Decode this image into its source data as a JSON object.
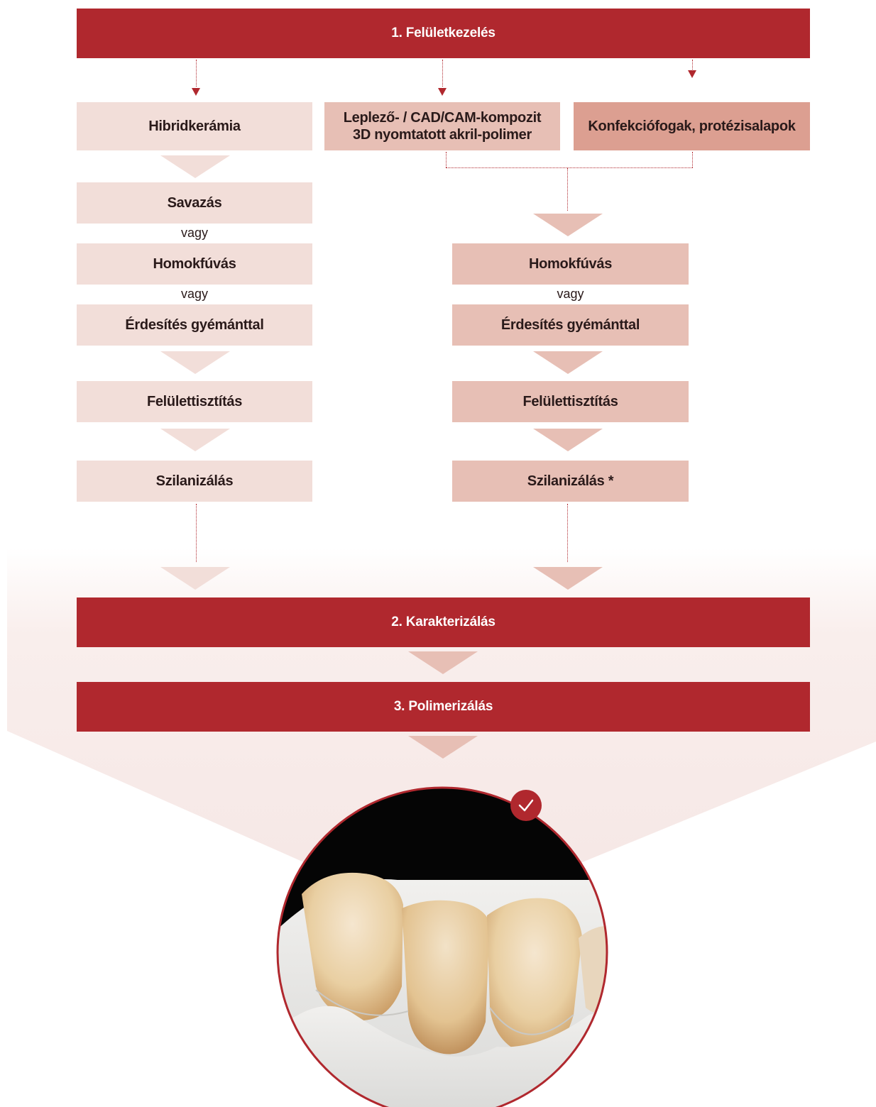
{
  "header": {
    "step1": "1. Felületkezelés",
    "step2": "2. Karakterizálás",
    "step3": "3. Polimerizálás"
  },
  "categories": {
    "hybrid": "Hibridkerámia",
    "composite_line1": "Leplező- / CAD/CAM-kompozit",
    "composite_line2": "3D nyomtatott akril-polimer",
    "teeth": "Konfekciófogak, protézisalapok"
  },
  "left_column": {
    "etching": "Savazás",
    "or1": "vagy",
    "sandblasting": "Homokfúvás",
    "or2": "vagy",
    "diamond": "Érdesítés gyémánttal",
    "cleaning": "Felülettisztítás",
    "silanization": "Szilanizálás"
  },
  "right_column": {
    "sandblasting": "Homokfúvás",
    "or1": "vagy",
    "diamond": "Érdesítés gyémánttal",
    "cleaning": "Felülettisztítás",
    "silanization": "Szilanizálás *"
  },
  "colors": {
    "accent": "#b0282e",
    "light": "#f2ded9",
    "medium": "#e7bfb5",
    "dark": "#dc9f91",
    "background_tint": "#f7e9e7"
  },
  "icons": {
    "result": "checkmark-icon"
  }
}
